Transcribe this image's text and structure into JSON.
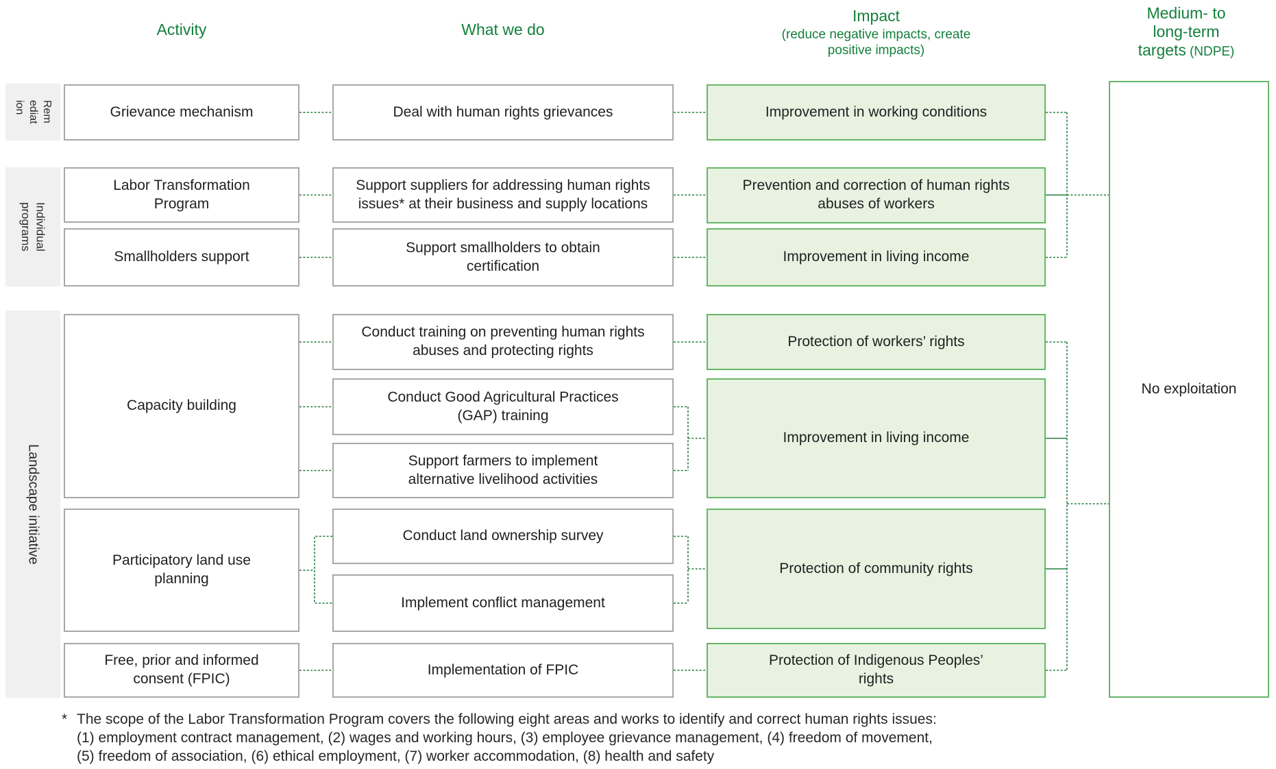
{
  "colors": {
    "header_green": "#14803c",
    "connector_green": "#217b3b",
    "impact_box_border": "#67b667",
    "impact_box_fill": "#e7f2e1",
    "plain_box_border": "#a8a8a8",
    "group_strip_bg": "#f0f0f0"
  },
  "headers": {
    "activity": "Activity",
    "what_we_do": "What we do",
    "impact": "Impact",
    "impact_subtitle": "(reduce negative impacts, create positive impacts)",
    "targets": "Medium- to\nlong-term\ntargets",
    "targets_suffix": "(NDPE)"
  },
  "groups": [
    {
      "label": "Rem\nediat\nion"
    },
    {
      "label": "Individual\nprograms"
    },
    {
      "label": "Landscape initiative"
    }
  ],
  "activities": [
    {
      "label": "Grievance mechanism"
    },
    {
      "label": "Labor Transformation Program"
    },
    {
      "label": "Smallholders support"
    },
    {
      "label": "Capacity building"
    },
    {
      "label": "Participatory land use planning"
    },
    {
      "label": "Free, prior and informed consent (FPIC)"
    }
  ],
  "what_we_do": [
    {
      "label": "Deal with human rights grievances"
    },
    {
      "label": "Support suppliers for addressing human rights issues* at their business and supply locations"
    },
    {
      "label": "Support smallholders to obtain certification"
    },
    {
      "label": "Conduct training on preventing human rights abuses and protecting rights"
    },
    {
      "label": "Conduct Good Agricultural Practices (GAP) training"
    },
    {
      "label": "Support farmers to implement alternative livelihood activities"
    },
    {
      "label": "Conduct land ownership survey"
    },
    {
      "label": "Implement conflict management"
    },
    {
      "label": "Implementation of FPIC"
    }
  ],
  "impacts": [
    {
      "label": "Improvement in working conditions"
    },
    {
      "label": "Prevention and correction of human rights abuses of workers"
    },
    {
      "label": "Improvement in living income"
    },
    {
      "label": "Protection of workers’ rights"
    },
    {
      "label": "Improvement in living income"
    },
    {
      "label": "Protection of community rights"
    },
    {
      "label": "Protection of Indigenous Peoples’ rights"
    }
  ],
  "target_box": {
    "label": "No exploitation"
  },
  "footnote": {
    "marker": "*",
    "line1": "The scope of the Labor Transformation Program covers the following eight areas and works to identify and correct human rights issues:",
    "line2": "(1) employment contract management, (2) wages and working hours, (3) employee grievance management, (4) freedom of movement,",
    "line3": "(5) freedom of association, (6) ethical employment, (7) worker accommodation, (8) health and safety"
  }
}
